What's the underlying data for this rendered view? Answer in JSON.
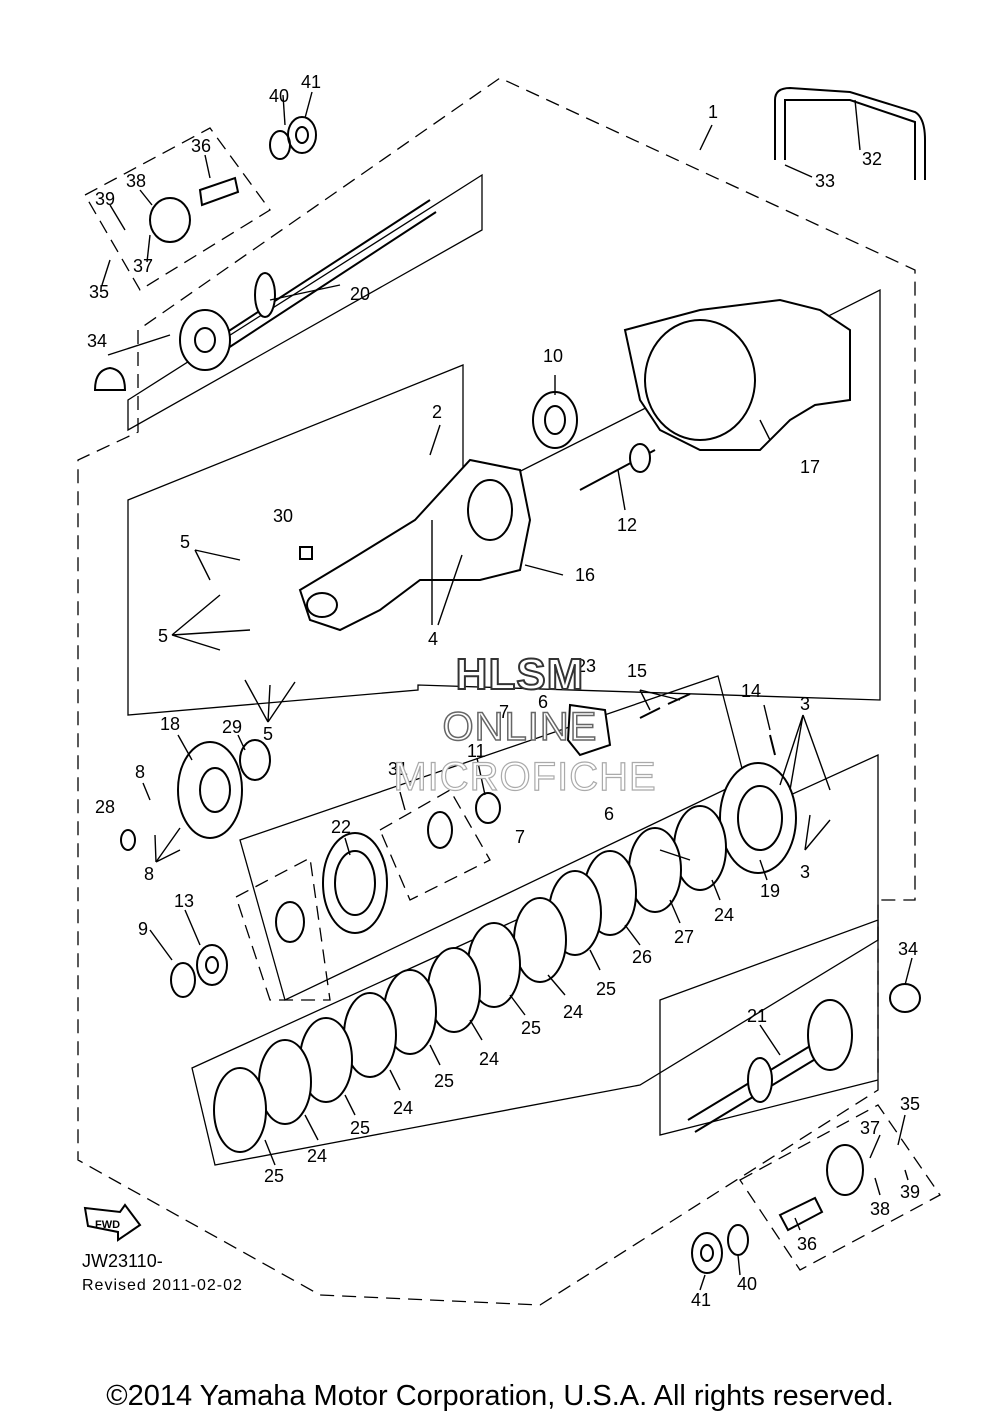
{
  "watermark": {
    "line1": "HLSM",
    "line2": "ONLINE",
    "line3": "MICROFICHE"
  },
  "fwd_label": "FWD",
  "diagram_code": "JW23110-",
  "revised": "Revised 2011-02-02",
  "copyright": "©2014 Yamaha Motor Corporation, U.S.A. All rights reserved.",
  "callouts": {
    "c1": "1",
    "c2": "2",
    "c3a": "3",
    "c3b": "3",
    "c4": "4",
    "c5a": "5",
    "c5b": "5",
    "c5c": "5",
    "c6a": "6",
    "c6b": "6",
    "c7a": "7",
    "c7b": "7",
    "c8a": "8",
    "c8b": "8",
    "c9": "9",
    "c10": "10",
    "c11": "11",
    "c12": "12",
    "c13": "13",
    "c14": "14",
    "c15": "15",
    "c16": "16",
    "c17": "17",
    "c18": "18",
    "c19": "19",
    "c20": "20",
    "c21": "21",
    "c22": "22",
    "c23": "23",
    "c24a": "24",
    "c24b": "24",
    "c24c": "24",
    "c24d": "24",
    "c24e": "24",
    "c25a": "25",
    "c25b": "25",
    "c25c": "25",
    "c25d": "25",
    "c25e": "25",
    "c26": "26",
    "c27": "27",
    "c28": "28",
    "c29": "29",
    "c30": "30",
    "c31": "31",
    "c32": "32",
    "c33": "33",
    "c34a": "34",
    "c34b": "34",
    "c35a": "35",
    "c35b": "35",
    "c36a": "36",
    "c36b": "36",
    "c37a": "37",
    "c37b": "37",
    "c38a": "38",
    "c38b": "38",
    "c39a": "39",
    "c39b": "39",
    "c40a": "40",
    "c40b": "40",
    "c41a": "41",
    "c41b": "41"
  }
}
